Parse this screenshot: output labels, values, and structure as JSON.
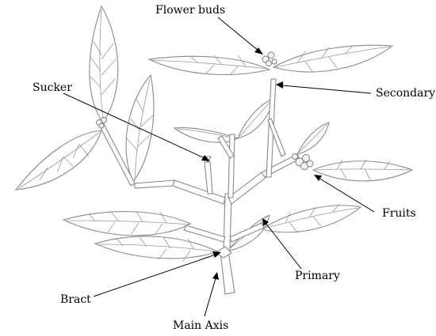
{
  "labels": {
    "flower_buds": "Flower buds",
    "secondary": "Secondary",
    "sucker": "Sucker",
    "fruits": "Fruits",
    "primary": "Primary",
    "bract": "Bract",
    "main_axis": "Main Axis"
  },
  "colors": {
    "line_art": "#8a8a8a",
    "label_text": "#000000",
    "leader_line": "#000000",
    "background": "#ffffff"
  }
}
